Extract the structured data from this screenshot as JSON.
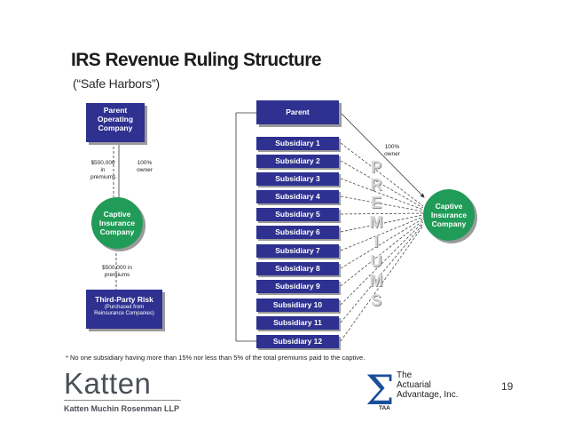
{
  "title": "IRS Revenue Ruling Structure",
  "subtitle": "(“Safe Harbors”)",
  "left_diagram": {
    "parent_box": "Parent Operating Company",
    "premium_label_1": "$500,000 in premiums",
    "owner_label": "100% owner",
    "captive": "Captive Insurance Company",
    "premium_label_2": "$500,000 in premiums",
    "third_party_title": "Third-Party Risk",
    "third_party_sub": "(Purchased from Reinsurance Companies)"
  },
  "right_diagram": {
    "parent_box": "Parent",
    "subsidiaries": [
      "Subsidiary 1",
      "Subsidiary 2",
      "Subsidiary 3",
      "Subsidiary 4",
      "Subsidiary 5",
      "Subsidiary 6",
      "Subsidiary 7",
      "Subsidiary 8",
      "Subsidiary 9",
      "Subsidiary 10",
      "Subsidiary 11",
      "Subsidiary 12"
    ],
    "owner_label": "100% owner",
    "premiums_letters": [
      "P",
      "R",
      "E",
      "M",
      "I",
      "U",
      "M",
      "S"
    ],
    "captive": "Captive Insurance Company"
  },
  "footnote": "* No one subsidiary having more than 15% nor less than 5% of the total premiums paid to the captive.",
  "page_number": "19",
  "logos": {
    "katten_name": "Katten",
    "katten_full": "Katten Muchin Rosenman LLP",
    "taa_lines": [
      "The",
      "Actuarial",
      "Advantage, Inc."
    ],
    "taa_abbr": "TAA"
  },
  "colors": {
    "box_blue": "#2e3190",
    "captive_green": "#219b58"
  }
}
